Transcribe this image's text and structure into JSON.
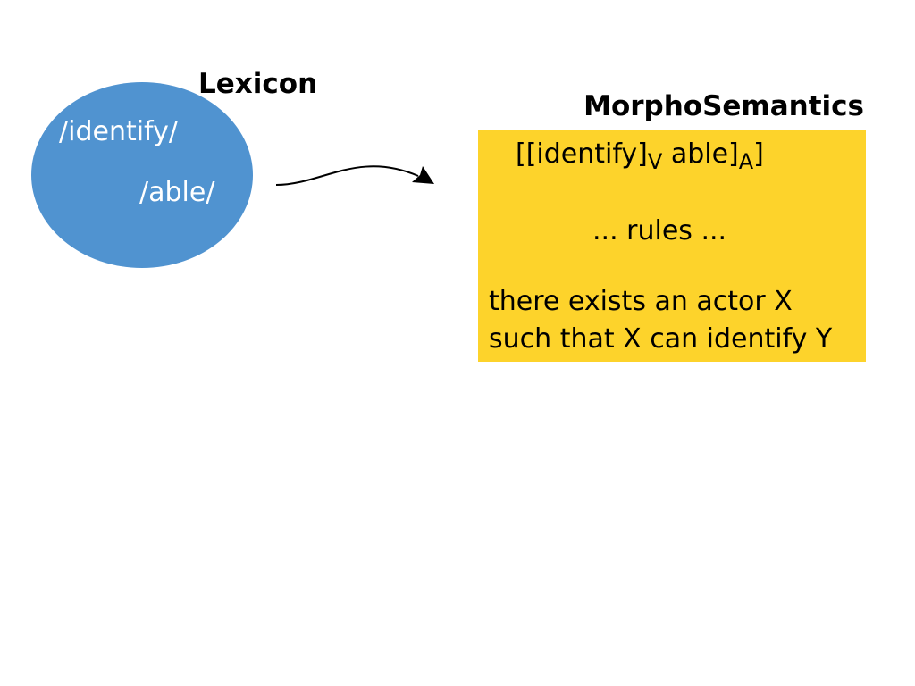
{
  "lexicon": {
    "title": "Lexicon",
    "items": [
      "/identify/",
      "/able/"
    ],
    "color": "#5093d0"
  },
  "morphosemantics": {
    "title": "MorphoSemantics",
    "formula": {
      "open": "[[identify]",
      "sub_v": "V",
      "middle": " able]",
      "sub_a": "A",
      "close": "]"
    },
    "rules": "... rules ...",
    "meaning_lines": [
      "there exists an actor X",
      "such that X can identify Y"
    ],
    "color": "#fdd32b"
  },
  "connector": {
    "from": "lexicon",
    "to": "morphosemantics",
    "icon": "curved-arrow-icon"
  }
}
